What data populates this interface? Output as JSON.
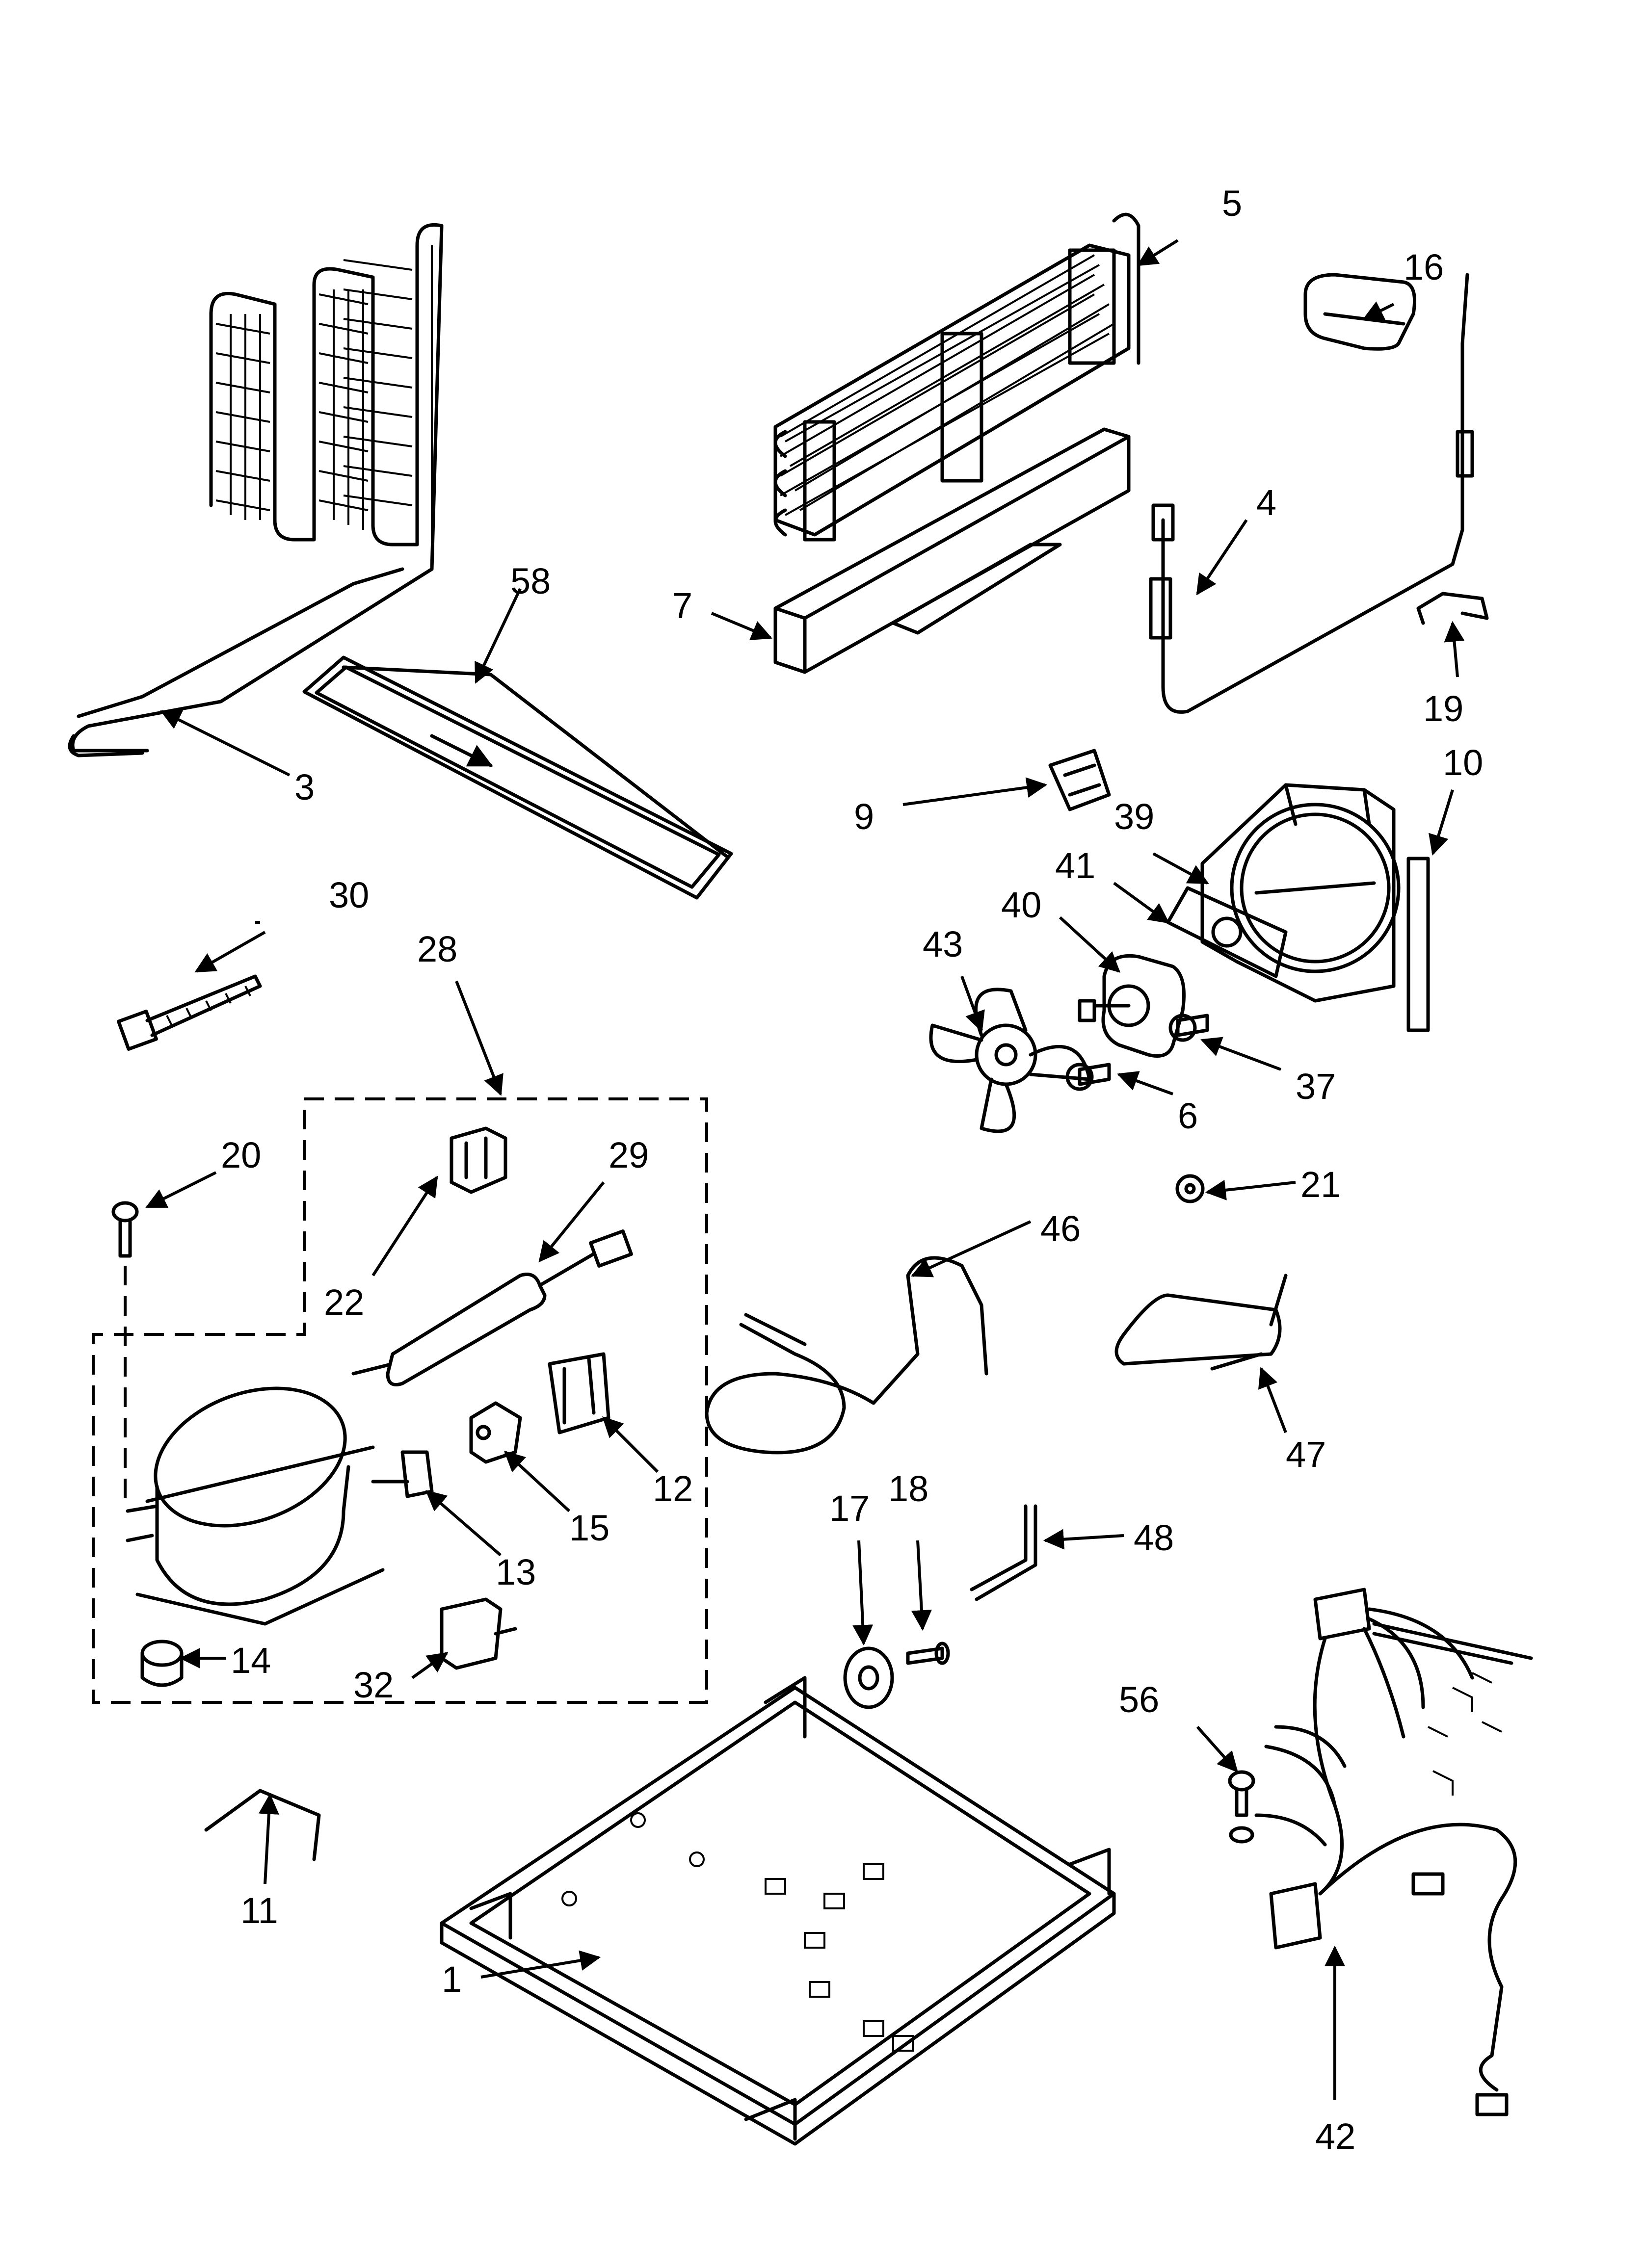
{
  "diagram": {
    "callouts": {
      "p1": "1",
      "p3": "3",
      "p4": "4",
      "p5": "5",
      "p6": "6",
      "p7": "7",
      "p9": "9",
      "p10": "10",
      "p11": "11",
      "p12": "12",
      "p13": "13",
      "p14": "14",
      "p15": "15",
      "p16": "16",
      "p17": "17",
      "p18": "18",
      "p19": "19",
      "p20": "20",
      "p21": "21",
      "p22": "22",
      "p28": "28",
      "p29": "29",
      "p30": "30",
      "p32": "32",
      "p37": "37",
      "p39": "39",
      "p40": "40",
      "p41": "41",
      "p42": "42",
      "p43": "43",
      "p46": "46",
      "p47": "47",
      "p48": "48",
      "p56": "56",
      "p58": "58"
    }
  }
}
